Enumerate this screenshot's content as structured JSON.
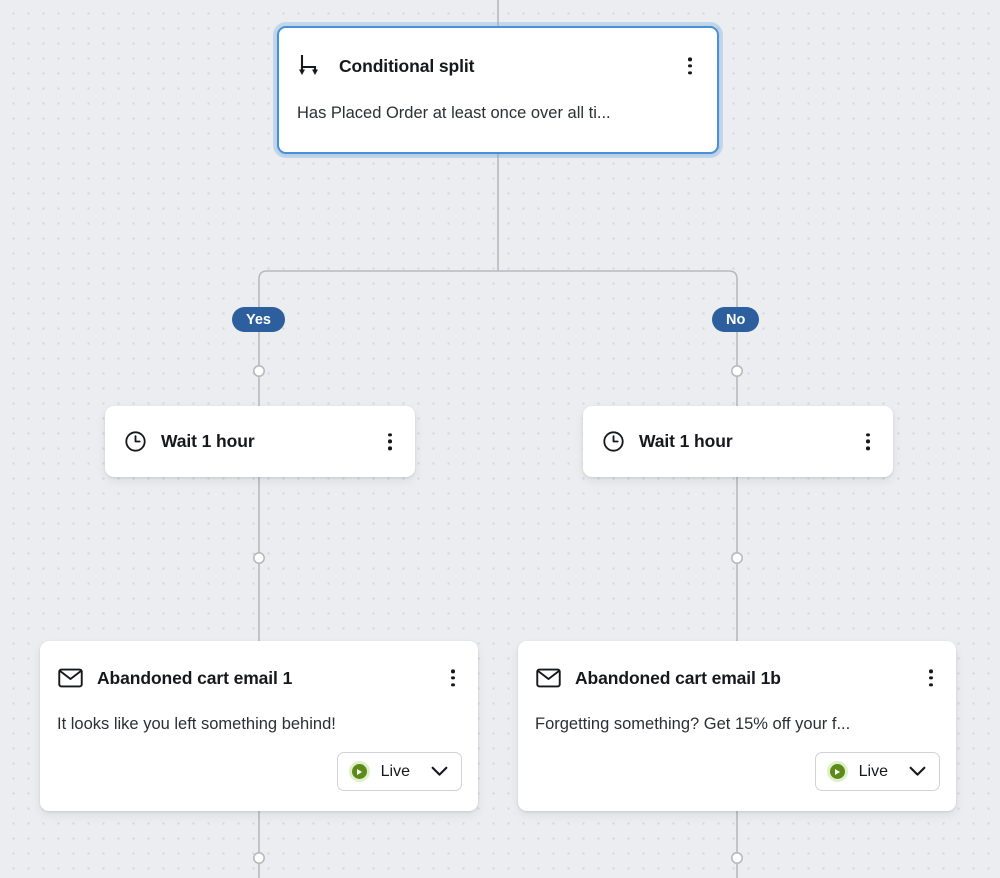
{
  "canvas": {
    "background_color": "#ebedf0",
    "dot_color": "#d3d6db",
    "edge_color": "#b6bac0"
  },
  "nodes": {
    "split": {
      "icon": "conditional-split-icon",
      "title": "Conditional split",
      "description": "Has Placed Order at least once over all ti...",
      "selected": true,
      "selected_border_color": "#4a90d9"
    },
    "wait_yes": {
      "icon": "clock-icon",
      "title": "Wait 1 hour"
    },
    "wait_no": {
      "icon": "clock-icon",
      "title": "Wait 1 hour"
    },
    "email_1": {
      "icon": "envelope-icon",
      "title": "Abandoned cart email 1",
      "description": "It looks like you left something behind!",
      "status": {
        "label": "Live",
        "icon": "play-circle-icon",
        "color": "#5c8a1b"
      }
    },
    "email_1b": {
      "icon": "envelope-icon",
      "title": "Abandoned cart email 1b",
      "description": "Forgetting something? Get 15% off your f...",
      "status": {
        "label": "Live",
        "icon": "play-circle-icon",
        "color": "#5c8a1b"
      }
    }
  },
  "branches": {
    "yes_label": "Yes",
    "no_label": "No",
    "badge_color": "#2d5f9e"
  },
  "menu": {
    "kebab_icon": "more-vertical-icon"
  }
}
